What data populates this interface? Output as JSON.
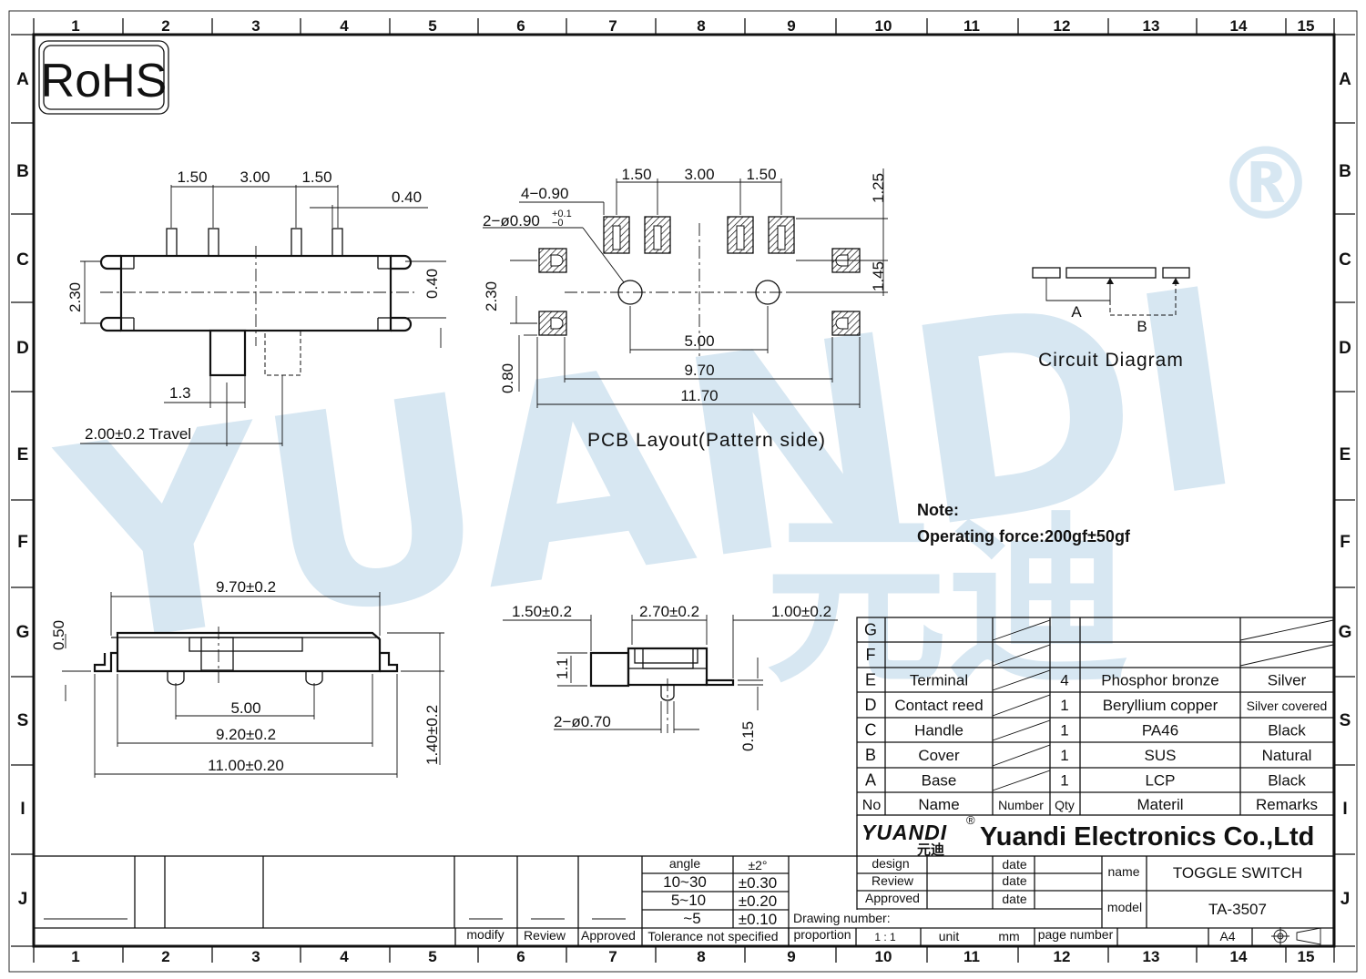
{
  "grid": {
    "cols": [
      "1",
      "2",
      "3",
      "4",
      "5",
      "6",
      "7",
      "8",
      "9",
      "10",
      "11",
      "12",
      "13",
      "14",
      "15"
    ],
    "rows": [
      "A",
      "B",
      "C",
      "D",
      "E",
      "F",
      "G",
      "S",
      "I",
      "J"
    ]
  },
  "rohs": "RoHS",
  "watermark": {
    "latin": "YUANDI",
    "cjk": "元迪",
    "reg": "®"
  },
  "side_view": {
    "top_dims": [
      "1.50",
      "3.00",
      "1.50"
    ],
    "pin_width": "0.40",
    "height": "2.30",
    "right_height": "0.40",
    "knob": "1.3",
    "travel": "2.00±0.2  Travel"
  },
  "pcb": {
    "dims_top": [
      "1.50",
      "3.00",
      "1.50"
    ],
    "pad_label": "4−0.90",
    "hole_label": "2−ø0.90",
    "hole_tol_plus": "+0.1",
    "hole_tol_minus": "−0",
    "right_dims": [
      "1.25",
      "1.45"
    ],
    "left_dims": [
      "2.30",
      "0.80"
    ],
    "bottom_dims": [
      "5.00",
      "9.70",
      "11.70"
    ],
    "caption": "PCB  Layout(Pattern  side)"
  },
  "circuit": {
    "label_a": "A",
    "label_b": "B",
    "caption": "Circuit  Diagram"
  },
  "note": {
    "title": "Note:",
    "text": "Operating force:200gf±50gf"
  },
  "front_view": {
    "top": "9.70±0.2",
    "left": "0.50",
    "d1": "5.00",
    "d2": "9.20±0.2",
    "d3": "11.00±0.20",
    "right": "1.40±0.2"
  },
  "end_view": {
    "d1": "1.50±0.2",
    "d2": "2.70±0.2",
    "d3": "1.00±0.2",
    "left": "1.1",
    "hole": "2−ø0.70",
    "right": "0.15"
  },
  "bom": {
    "rows": [
      {
        "id": "G",
        "name": "",
        "qty": "",
        "material": "",
        "remarks": ""
      },
      {
        "id": "F",
        "name": "",
        "qty": "",
        "material": "",
        "remarks": ""
      },
      {
        "id": "E",
        "name": "Terminal",
        "qty": "4",
        "material": "Phosphor bronze",
        "remarks": "Silver"
      },
      {
        "id": "D",
        "name": "Contact reed",
        "qty": "1",
        "material": "Beryllium copper",
        "remarks": "Silver covered"
      },
      {
        "id": "C",
        "name": "Handle",
        "qty": "1",
        "material": "PA46",
        "remarks": "Black"
      },
      {
        "id": "B",
        "name": "Cover",
        "qty": "1",
        "material": "SUS",
        "remarks": "Natural"
      },
      {
        "id": "A",
        "name": "Base",
        "qty": "1",
        "material": "LCP",
        "remarks": "Black"
      }
    ],
    "headers": {
      "no": "No",
      "name": "Name",
      "number": "Number",
      "qty": "Qty",
      "material": "Materil",
      "remarks": "Remarks"
    }
  },
  "company": {
    "logo": "YUANDI",
    "logo_cjk": "元迪",
    "reg": "®",
    "name": "Yuandi Electronics Co.,Ltd"
  },
  "title_block": {
    "design": "design",
    "review": "Review",
    "approved": "Approved",
    "date": "date",
    "name_label": "name",
    "name_value": "TOGGLE SWITCH",
    "model_label": "model",
    "model_value": "TA-3507",
    "drawing_number": "Drawing number:",
    "proportion": "proportion",
    "scale": "1 : 1",
    "unit": "unit",
    "mm": "mm",
    "page_number": "page number",
    "size": "A4"
  },
  "revision": {
    "modify": "modify",
    "review": "Review",
    "approved": "Approved"
  },
  "tolerance": {
    "rows": [
      [
        "angle",
        "±2°"
      ],
      [
        "10~30",
        "±0.30"
      ],
      [
        "5~10",
        "±0.20"
      ],
      [
        "~5",
        "±0.10"
      ]
    ],
    "label": "Tolerance not specified"
  }
}
